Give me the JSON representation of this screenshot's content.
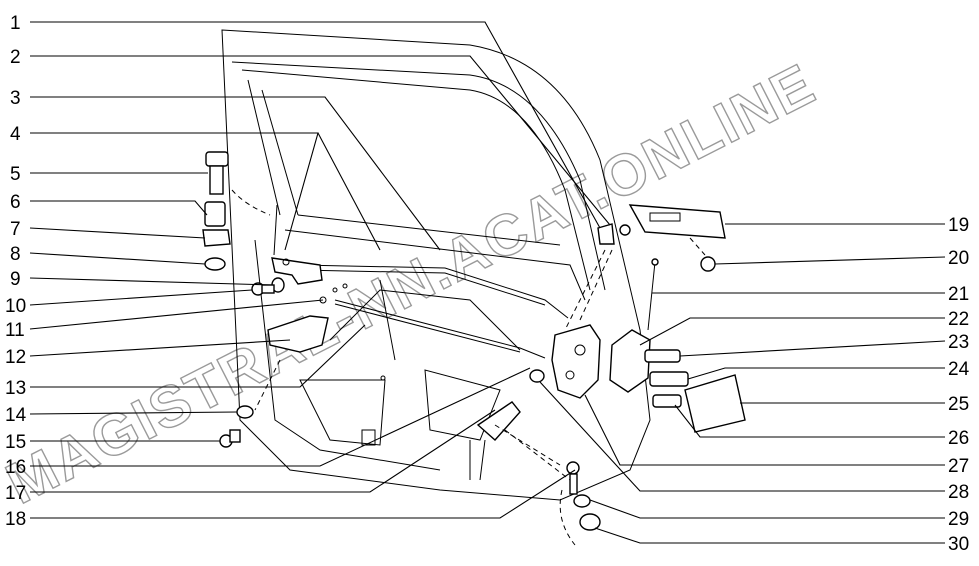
{
  "watermark": "MAGISTRAL-NN.ACAT.ONLINE",
  "callouts_left": [
    "1",
    "2",
    "3",
    "4",
    "5",
    "6",
    "7",
    "8",
    "9",
    "10",
    "11",
    "12",
    "13",
    "14",
    "15",
    "16",
    "17",
    "18"
  ],
  "callouts_right": [
    "19",
    "20",
    "21",
    "22",
    "23",
    "24",
    "25",
    "26",
    "27",
    "28",
    "29",
    "30"
  ],
  "colors": {
    "line": "#000000",
    "watermark": "#9a9a9a",
    "background": "#ffffff"
  }
}
